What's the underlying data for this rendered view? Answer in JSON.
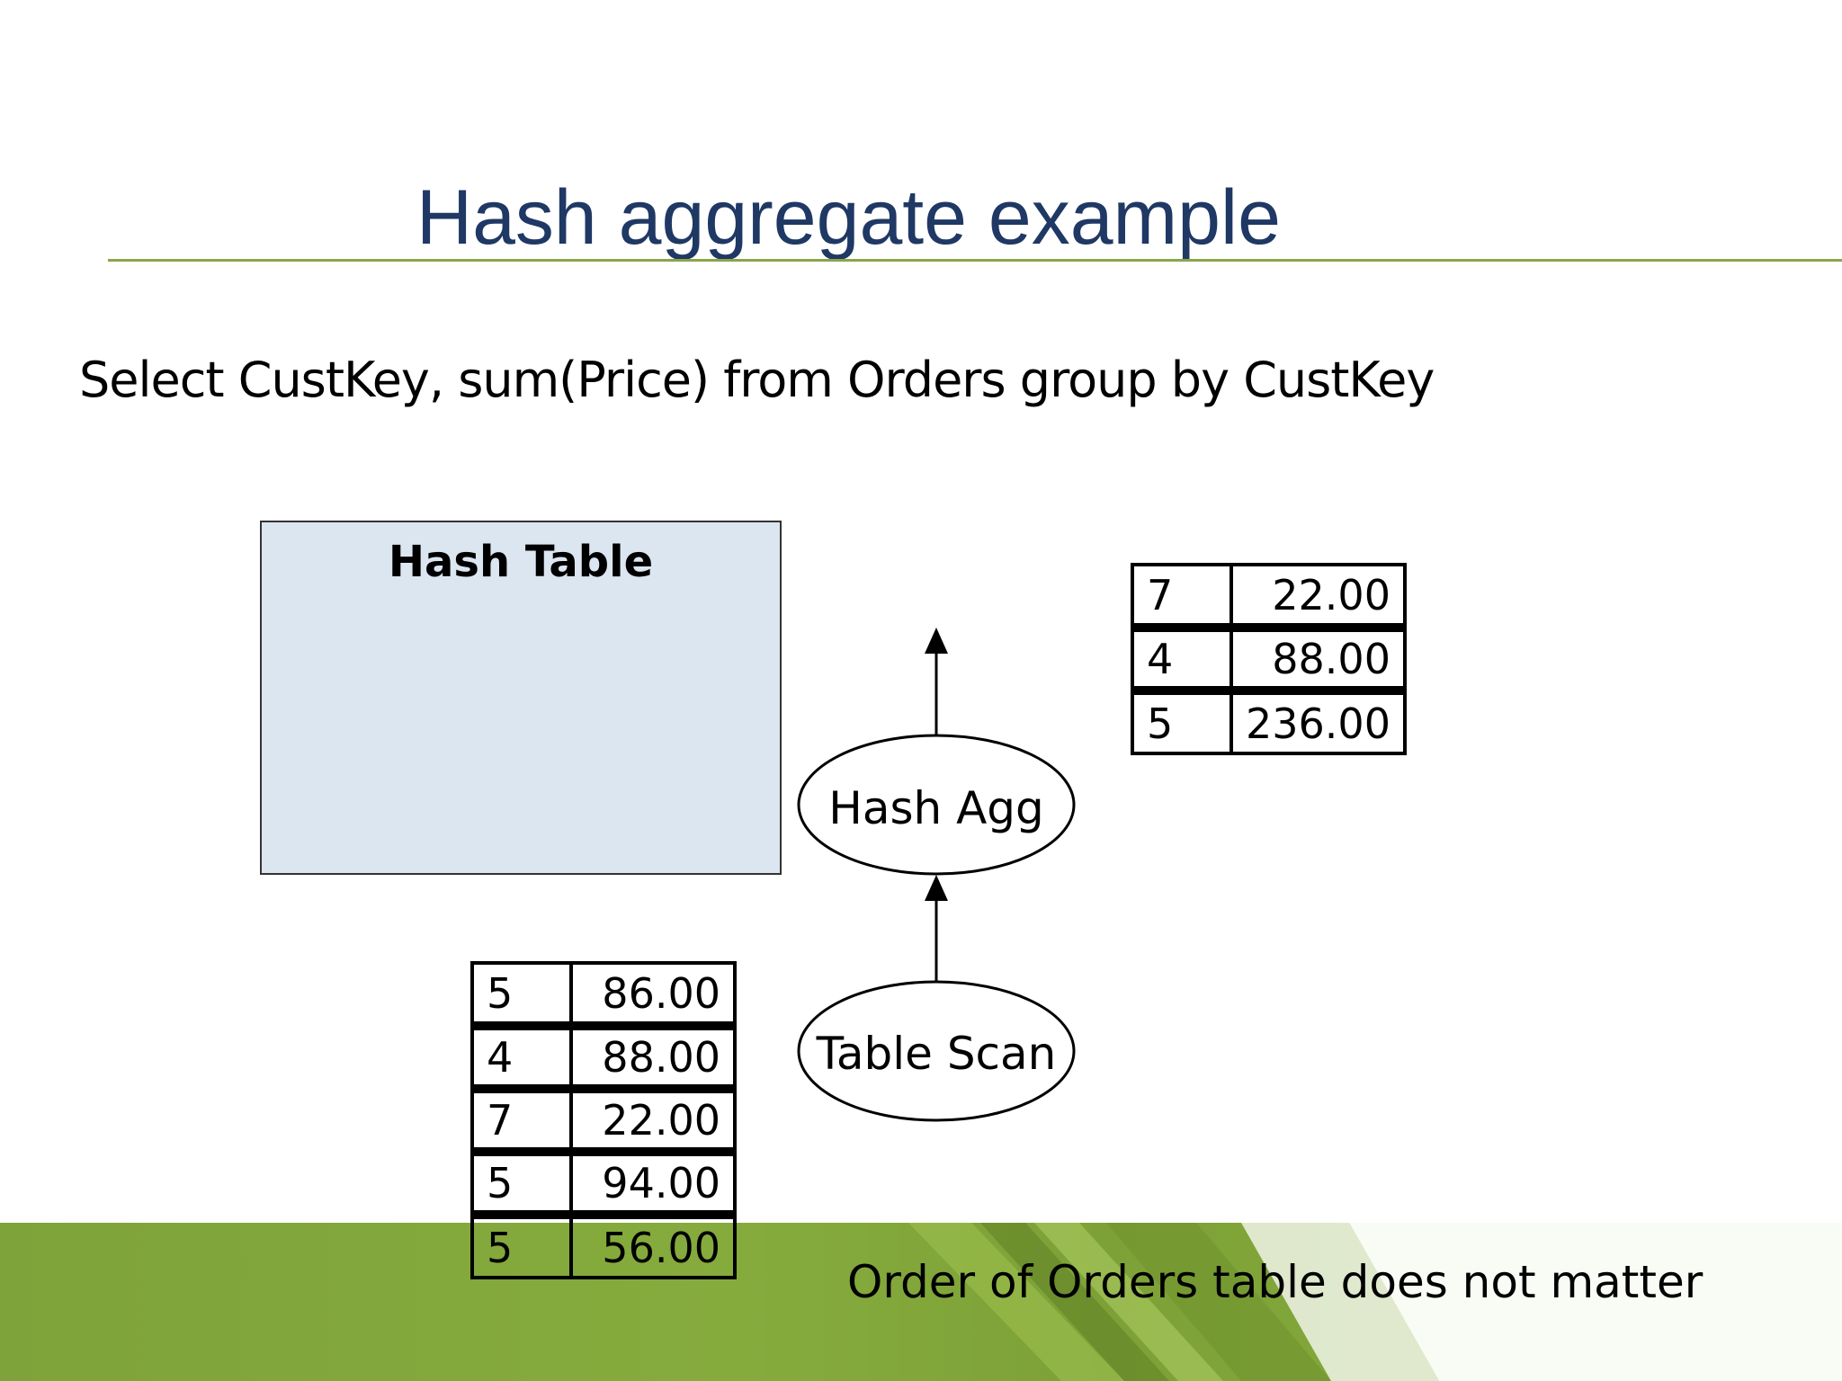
{
  "slide": {
    "title": "Hash aggregate example",
    "query": "Select CustKey, sum(Price) from Orders group by CustKey",
    "note": "Order of Orders table does not matter"
  },
  "hash_table": {
    "label": "Hash Table"
  },
  "operators": {
    "hash_agg": "Hash Agg",
    "table_scan": "Table Scan"
  },
  "input_rows": [
    {
      "key": "5",
      "price": "86.00"
    },
    {
      "key": "4",
      "price": "88.00"
    },
    {
      "key": "7",
      "price": "22.00"
    },
    {
      "key": "5",
      "price": "94.00"
    },
    {
      "key": "5",
      "price": "56.00"
    }
  ],
  "output_rows": [
    {
      "key": "7",
      "price": "22.00"
    },
    {
      "key": "4",
      "price": "88.00"
    },
    {
      "key": "5",
      "price": "236.00"
    }
  ],
  "colors": {
    "title": "#1f3864",
    "rule": "#8aa64a",
    "hash_table_fill": "#dce6f1",
    "footer_green": "#7ea33a"
  }
}
